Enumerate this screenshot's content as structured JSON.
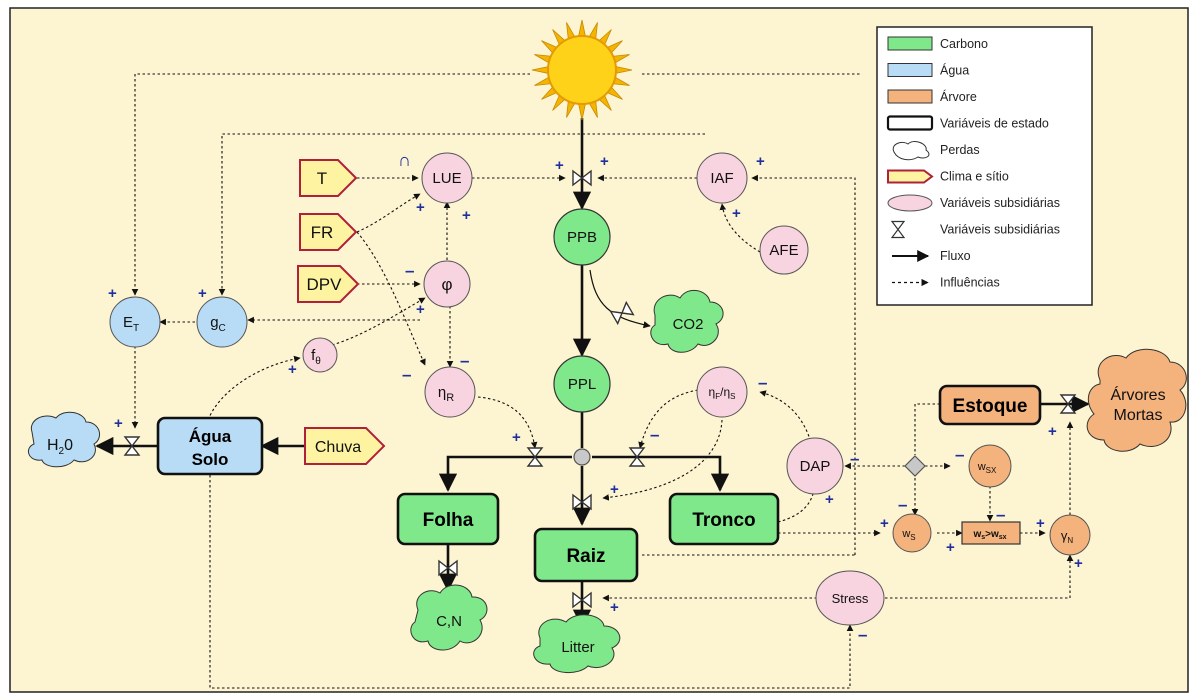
{
  "colors": {
    "background": "#fdf4d2",
    "carbon": "#7fe88a",
    "water": "#b8dcf5",
    "tree": "#f4b27d",
    "climate": "#fdf3a0",
    "climate_border": "#b0203a",
    "subsidiary": "#f8d3e0",
    "sign": "#1f2f9e"
  },
  "nodes": {
    "sun": {
      "icon": "sun-icon"
    },
    "ppb": "PPB",
    "ppl": "PPL",
    "co2": "CO2",
    "lue": "LUE",
    "iaf": "IAF",
    "afe": "AFE",
    "phi": "φ",
    "eta_r": "η",
    "eta_r_sub": "R",
    "eta_f": "η",
    "eta_f_sub": "F",
    "eta_f_sep": "/η",
    "eta_f_sub2": "S",
    "f_theta": "f",
    "f_theta_sub": "θ",
    "g_c": "g",
    "g_c_sub": "C",
    "e_t": "E",
    "e_t_sub": "T",
    "dap": "DAP",
    "stress": "Stress",
    "w_s": "w",
    "w_s_sub": "S",
    "w_sx": "w",
    "w_sx_sub": "SX",
    "ws_gt": "w",
    "ws_gt_sub": "s",
    "ws_gt_op": ">w",
    "ws_gt_sub2": "sx",
    "gamma_n": "γ",
    "gamma_n_sub": "N",
    "h2o": "H",
    "h2o_sub": "2",
    "h2o_tail": "0",
    "cn": "C,N",
    "litter": "Litter",
    "arvores_mortas_1": "Árvores",
    "arvores_mortas_2": "Mortas",
    "agua_solo_1": "Água",
    "agua_solo_2": "Solo",
    "folha": "Folha",
    "raiz": "Raiz",
    "tronco": "Tronco",
    "estoque": "Estoque",
    "t": "T",
    "fr": "FR",
    "dpv": "DPV",
    "chuva": "Chuva"
  },
  "legend": [
    {
      "label": "Carbono",
      "kind": "carbon-swatch"
    },
    {
      "label": "Água",
      "kind": "water-swatch"
    },
    {
      "label": "Árvore",
      "kind": "tree-swatch"
    },
    {
      "label": "Variáveis de estado",
      "kind": "state-swatch"
    },
    {
      "label": "Perdas",
      "kind": "cloud-icon"
    },
    {
      "label": "Clima e sítio",
      "kind": "climate-swatch"
    },
    {
      "label": "Variáveis subsidiárias",
      "kind": "ellipse-icon"
    },
    {
      "label": "Variáveis subsidiárias",
      "kind": "valve-icon"
    },
    {
      "label": "Fluxo",
      "kind": "solid-arrow-icon"
    },
    {
      "label": "Influências",
      "kind": "dashed-arrow-icon"
    }
  ],
  "signs": {
    "plus": "+",
    "minus": "–",
    "turn": "∩"
  }
}
